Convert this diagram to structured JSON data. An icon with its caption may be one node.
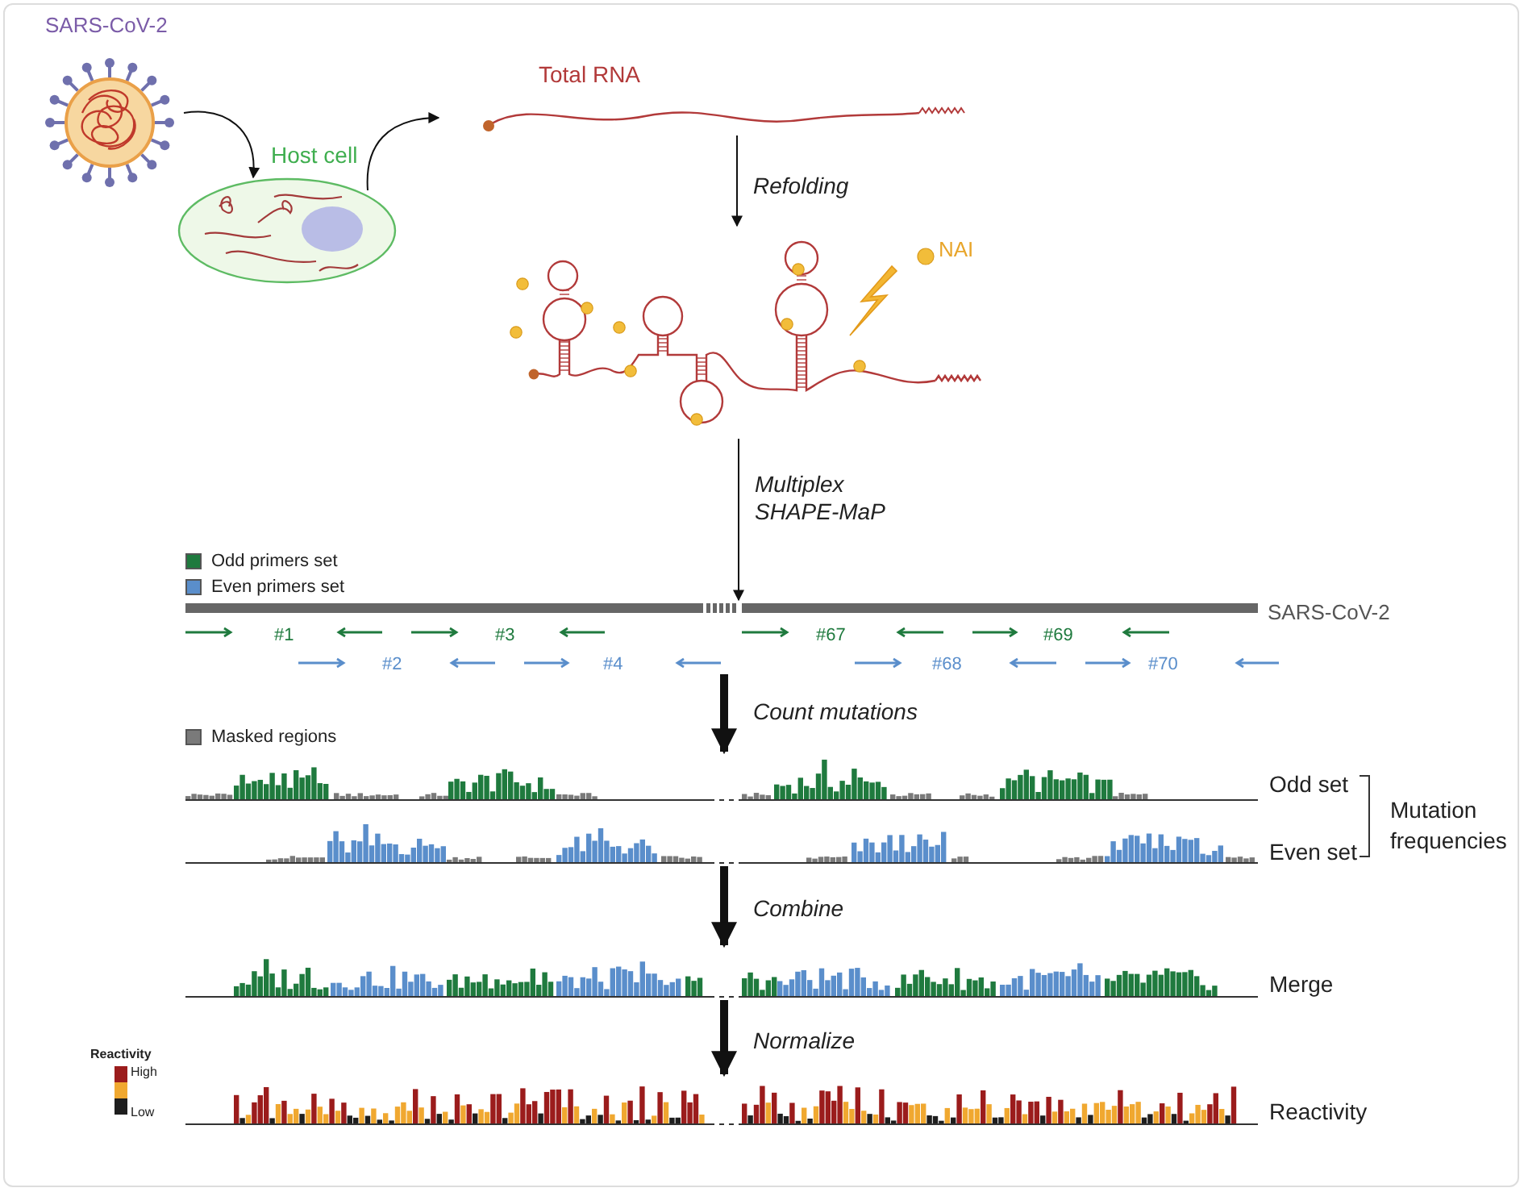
{
  "diagram": {
    "nodes": [
      {
        "text": [
          "SARS-CoV-2"
        ]
      },
      {
        "text": [
          "Host cell"
        ]
      },
      {
        "text": [
          "Total RNA"
        ]
      },
      {
        "text": [],
        "shape": "picture"
      },
      {
        "text": [],
        "shape": "picture"
      },
      {
        "text": [
          "Odd set"
        ]
      },
      {
        "text": [
          "Even set"
        ]
      },
      {
        "text": [
          "Merge"
        ]
      },
      {
        "text": [
          "Reactivity"
        ]
      }
    ],
    "edges": [
      {
        "from": 0,
        "to": 1,
        "arrow": "to"
      },
      {
        "from": 1,
        "to": 2,
        "arrow": "to"
      },
      {
        "from": 2,
        "to": 3,
        "arrow": "to",
        "label": "Refolding"
      },
      {
        "from": 3,
        "to": 4,
        "arrow": "to",
        "label": "Multiplex SHAPE-MaP"
      },
      {
        "from": 4,
        "to": 5,
        "arrow": "to",
        "label": "Count mutations",
        "style": "thick"
      },
      {
        "from": 6,
        "to": 7,
        "arrow": "to",
        "label": "Combine",
        "style": "thick"
      },
      {
        "from": 7,
        "to": 8,
        "arrow": "to",
        "label": "Normalize",
        "style": "thick"
      }
    ],
    "labels": [
      "NAI",
      "SARS-CoV-2",
      "#1",
      "#3",
      "#67",
      "#69",
      "#2",
      "#4",
      "#68",
      "#70",
      "Mutation frequencies",
      "Reactivity",
      "High",
      "Low"
    ],
    "legend": [
      {
        "text": "Odd primers set",
        "color": "#1f7a3e"
      },
      {
        "text": "Even primers set",
        "color": "#5a8ecb"
      },
      {
        "text": "Masked regions",
        "color": "#7a7a7a"
      }
    ]
  }
}
